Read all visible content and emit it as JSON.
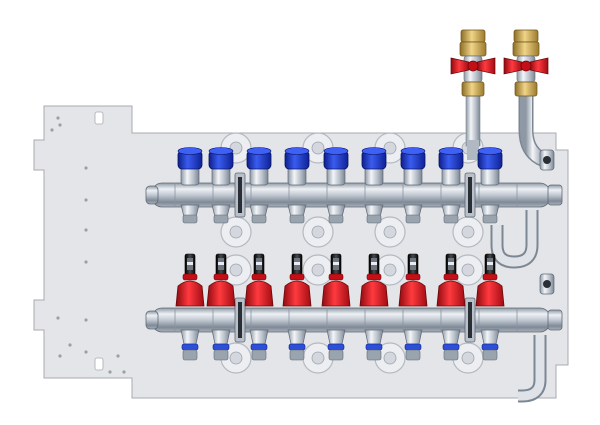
{
  "colors": {
    "background": "#ffffff",
    "plate": "#e4e5e8",
    "plate_edge": "#a8abb1",
    "steel_light": "#f2f4f7",
    "steel_mid": "#c3cad3",
    "steel_dark": "#6d7784",
    "cap_blue": "#1f3fd6",
    "cap_blue_dark": "#0d1f8a",
    "valve_red": "#e3121b",
    "valve_red_dark": "#8e0a0f",
    "brass": "#c9a24a",
    "flowmeter_black": "#1a1a1a"
  },
  "supply_manifold": {
    "name": "supply-manifold",
    "outlet_count": 9,
    "cap_icon": "blue-thermostatic-cap-icon"
  },
  "return_manifold": {
    "name": "return-manifold",
    "outlet_count": 9,
    "outlet_icon": "flowmeter-with-red-valve-icon"
  },
  "ball_valves": {
    "count": 2,
    "handle_icon": "red-butterfly-handle-icon"
  }
}
